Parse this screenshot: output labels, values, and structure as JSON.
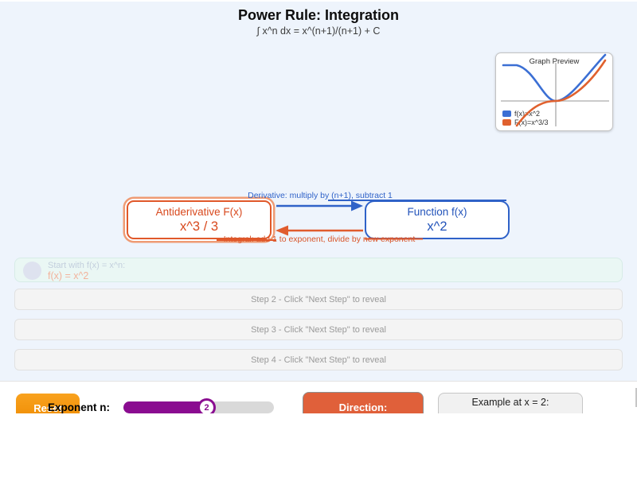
{
  "header": {
    "title": "Power Rule: Integration",
    "subtitle": "∫ x^n dx = x^(n+1)/(n+1) + C"
  },
  "graph_preview": {
    "title": "Graph Preview",
    "legend": [
      {
        "label": "f(x)=x^2",
        "color": "#3b6fd4"
      },
      {
        "label": "F(x)=x^3/3",
        "color": "#e0612e"
      }
    ],
    "curves": [
      {
        "name": "f(x)=x^2",
        "color": "#3b6fd4"
      },
      {
        "name": "F(x)=x^3/3",
        "color": "#e0612e"
      }
    ]
  },
  "diagram": {
    "antiderivative_box": {
      "title": "Antiderivative F(x)",
      "formula": "x^3 / 3"
    },
    "function_box": {
      "title": "Function f(x)",
      "formula": "x^2"
    },
    "derivative_label": "Derivative: multiply by (n+1), subtract 1",
    "integral_label": "Integral: add 1 to exponent, divide by new exponent",
    "colors": {
      "antiderivative": "#e0582a",
      "function": "#2f62c8"
    }
  },
  "steps": [
    {
      "line1": "Start with f(x) = x^n:",
      "line2": "f(x) = x^2"
    },
    {
      "label": "Step 2 - Click \"Next Step\" to reveal"
    },
    {
      "label": "Step 3 - Click \"Next Step\" to reveal"
    },
    {
      "label": "Step 4 - Click \"Next Step\" to reveal"
    }
  ],
  "controls": {
    "reset_label": "Reset",
    "exponent_label": "Exponent n:",
    "exponent_value": "2",
    "direction_label": "Direction:",
    "example_label": "Example at x = 2:",
    "slider_color": "#8a0c90",
    "reset_color": "#f5991d",
    "direction_color": "#e0603a"
  }
}
